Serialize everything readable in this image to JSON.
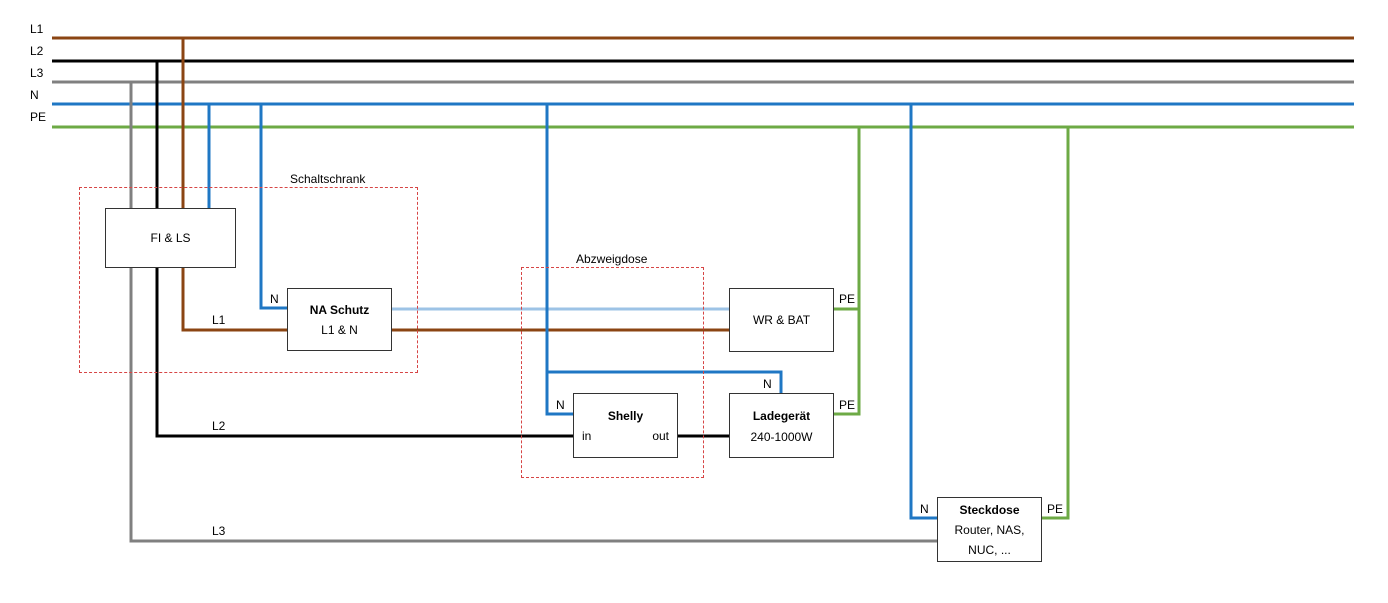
{
  "buses": [
    {
      "id": "L1",
      "label": "L1",
      "color": "#8B4513"
    },
    {
      "id": "L2",
      "label": "L2",
      "color": "#000000"
    },
    {
      "id": "L3",
      "label": "L3",
      "color": "#808080"
    },
    {
      "id": "N",
      "label": "N",
      "color": "#1F77C4"
    },
    {
      "id": "PE",
      "label": "PE",
      "color": "#6DAA45"
    }
  ],
  "colors": {
    "light_blue": "#9DC3E6",
    "enclosure_border": "#D64545"
  },
  "enclosures": {
    "schaltschrank": "Schaltschrank",
    "abzweigdose": "Abzweigdose"
  },
  "components": {
    "fi_ls": {
      "title": "FI & LS"
    },
    "na_schutz": {
      "title": "NA Schutz",
      "subtitle": "L1 & N"
    },
    "wr_bat": {
      "title": "WR & BAT"
    },
    "shelly": {
      "title": "Shelly",
      "in_label": "in",
      "out_label": "out"
    },
    "ladegeraet": {
      "title": "Ladegerät",
      "subtitle": "240-1000W"
    },
    "steckdose": {
      "title": "Steckdose",
      "line2": "Router, NAS,",
      "line3": "NUC, ..."
    }
  },
  "wire_labels": {
    "l1": "L1",
    "l2": "L2",
    "l3": "L3",
    "na_n": "N",
    "shelly_n": "N",
    "lade_n": "N",
    "steck_n": "N",
    "wr_pe": "PE",
    "lade_pe": "PE",
    "steck_pe": "PE"
  }
}
